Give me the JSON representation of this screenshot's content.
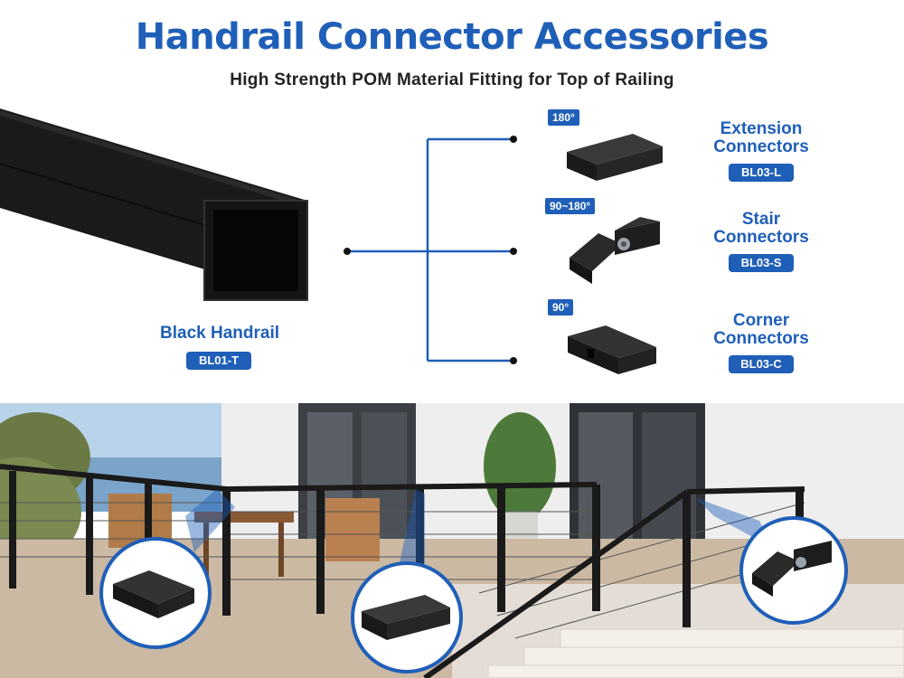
{
  "header": {
    "title": "Handrail Connector Accessories",
    "subtitle": "High Strength POM Material Fitting for Top of Railing"
  },
  "handrail": {
    "name": "Black Handrail",
    "code": "BL01-T"
  },
  "connectors": [
    {
      "angle": "180°",
      "name_line1": "Extension",
      "name_line2": "Connectors",
      "code": "BL03-L"
    },
    {
      "angle": "90~180°",
      "name_line1": "Stair",
      "name_line2": "Connectors",
      "code": "BL03-S"
    },
    {
      "angle": "90°",
      "name_line1": "Corner",
      "name_line2": "Connectors",
      "code": "BL03-C"
    }
  ],
  "colors": {
    "accent": "#1f5fb8",
    "product": "#1c1c1c"
  }
}
